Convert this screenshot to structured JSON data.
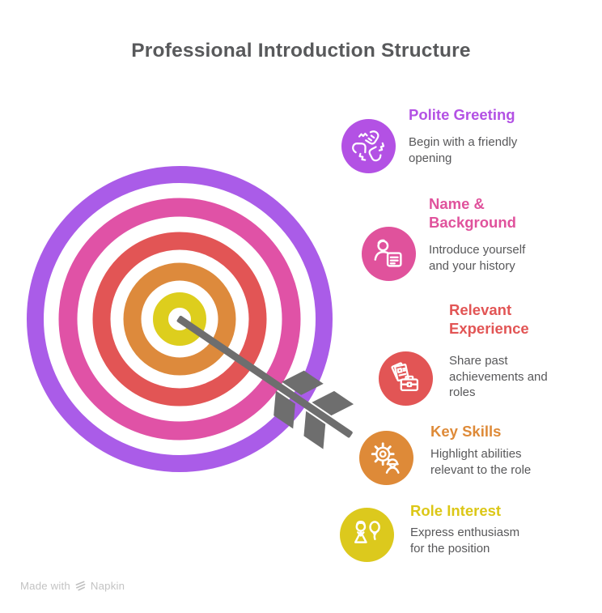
{
  "title": "Professional Introduction Structure",
  "steps": [
    {
      "title": "Polite Greeting",
      "description": "Begin with a friendly\nopening",
      "color": "#b351e4",
      "icon": "hands-teamwork-icon"
    },
    {
      "title": "Name &\nBackground",
      "description": "Introduce yourself\nand your history",
      "color": "#e0529c",
      "icon": "person-document-icon"
    },
    {
      "title": "Relevant\nExperience",
      "description": "Share past\nachievements and\nroles",
      "color": "#e25555",
      "icon": "briefcase-photos-icon"
    },
    {
      "title": "Key Skills",
      "description": "Highlight abilities\nrelevant to the role",
      "color": "#de8a38",
      "icon": "gear-worker-icon"
    },
    {
      "title": "Role Interest",
      "description": "Express enthusiasm\nfor the position",
      "color": "#dcc716",
      "icon": "person-balloon-icon"
    }
  ],
  "target_graphic": {
    "description": "bullseye target with arrow in center",
    "ring_colors_outer_to_inner": [
      "#aa5ce8",
      "#e052a6",
      "#e25555",
      "#dd8a3c",
      "#ddce1d"
    ],
    "arrow_color": "#6e6e6e"
  },
  "footer": {
    "made_with_label": "Made with",
    "brand": "Napkin",
    "logo": "napkin-logo-icon",
    "text_color": "#c3c3c3"
  },
  "colors": {
    "background": "#ffffff",
    "title_text": "#58595b",
    "description_text": "#58585a"
  }
}
